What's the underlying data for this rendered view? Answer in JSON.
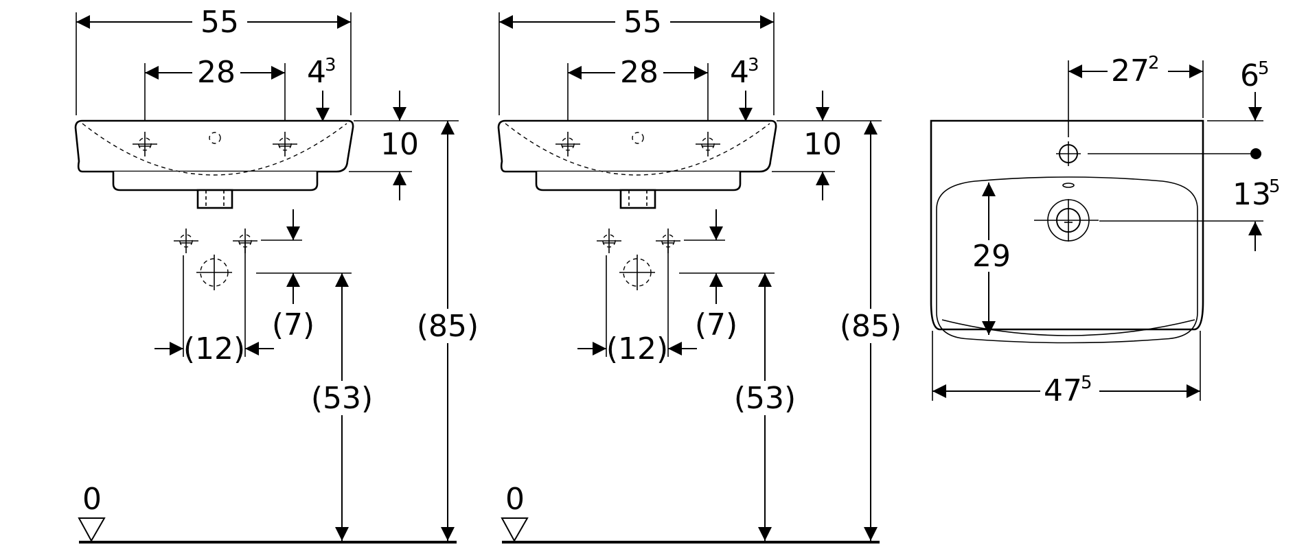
{
  "views": {
    "left_front": {
      "width_total": "55",
      "tap_spacing": "28",
      "edge_offset_main": "4",
      "edge_offset_sup": "3",
      "rim_height": "10",
      "total_height": "(85)",
      "pipe_spacing": "(12)",
      "pipe_height": "(7)",
      "waste_height": "(53)",
      "floor_label": "0"
    },
    "middle_front": {
      "width_total": "55",
      "tap_spacing": "28",
      "edge_offset_main": "4",
      "edge_offset_sup": "3",
      "rim_height": "10",
      "total_height": "(85)",
      "pipe_spacing": "(12)",
      "pipe_height": "(7)",
      "waste_height": "(53)",
      "floor_label": "0"
    },
    "top": {
      "tap_distance_main": "27",
      "tap_distance_sup": "2",
      "tap_edge_main": "6",
      "tap_edge_sup": "5",
      "depth_main": "13",
      "depth_sup": "5",
      "bowl_depth": "29",
      "width_main": "47",
      "width_sup": "5"
    }
  }
}
